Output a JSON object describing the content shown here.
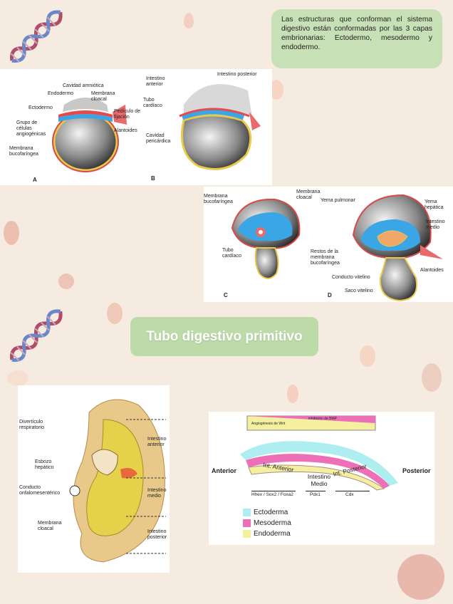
{
  "colors": {
    "background": "#f5ebe0",
    "intro_box": "#c8e0b6",
    "title_box": "#bddba9",
    "ectoderm": "#aeeef0",
    "mesoderm": "#ec6fb8",
    "endoderm": "#f5f0a0"
  },
  "intro_text": "Las estructuras que conforman el sistema digestivo están conformadas por las 3 capas embrionarias: Ectodermo, mesodermo y endodermo.",
  "title": "Tubo digestivo primitivo",
  "figure1": {
    "A": {
      "letter": "A",
      "labels": {
        "cavidad_amniotica": "Cavidad amniótica",
        "endodermo": "Endodermo",
        "membrana_cloacal": "Membrana cloacal",
        "ectodermo": "Ectodermo",
        "pediculo": "Pedículo de fijación",
        "grupo": "Grupo de células angiogénicas",
        "alantoides": "Alantoides",
        "membrana_buco": "Membrana bucofaríngea"
      }
    },
    "B": {
      "letter": "B",
      "labels": {
        "intestino_anterior": "Intestino anterior",
        "intestino_posterior": "Intestino posterior",
        "tubo_cardiaco": "Tubo cardíaco",
        "cavidad_pericardica": "Cavidad pericárdica"
      }
    },
    "C": {
      "letter": "C",
      "labels": {
        "membrana_buco": "Membrana bucofaríngea",
        "membrana_cloacal": "Membrana cloacal",
        "tubo_cardiaco": "Tubo cardíaco"
      }
    },
    "D": {
      "letter": "D",
      "labels": {
        "yema_pulmonar": "Yema pulmonar",
        "yema_hepatica": "Yema hepática",
        "intestino_medio": "Intestino medio",
        "restos": "Restos de la membrana bucofaríngea",
        "alantoides": "Alantoides",
        "conducto_vitelino": "Conducto vitelino",
        "saco_vitelino": "Saco vitelino"
      }
    }
  },
  "figure2": {
    "labels": {
      "diverticulo": "Divertículo respiratorio",
      "esbozo": "Esbozo hepático",
      "conducto": "Conducto onfalomesentérico",
      "membrana": "Membrana cloacal",
      "int_anterior": "Intestino anterior",
      "int_medio": "Intestino medio",
      "int_posterior": "Intestino posterior"
    }
  },
  "figure3": {
    "anterior": "Anterior",
    "posterior": "Posterior",
    "int_anterior": "Int. Anterior",
    "int_medio": "Intestino Medio",
    "int_posterior": "Int. Posterior",
    "genes": [
      "Hhex / Sox2 / Foxa2",
      "Pdx1",
      "Cdx"
    ],
    "top_label": "Angiogénesis de Wnt",
    "top_label2": "inhibición de BMP",
    "legend": [
      {
        "label": "Ectoderma",
        "color": "#aeeef0"
      },
      {
        "label": "Mesoderma",
        "color": "#ec6fb8"
      },
      {
        "label": "Endoderma",
        "color": "#f5f0a0"
      }
    ]
  }
}
